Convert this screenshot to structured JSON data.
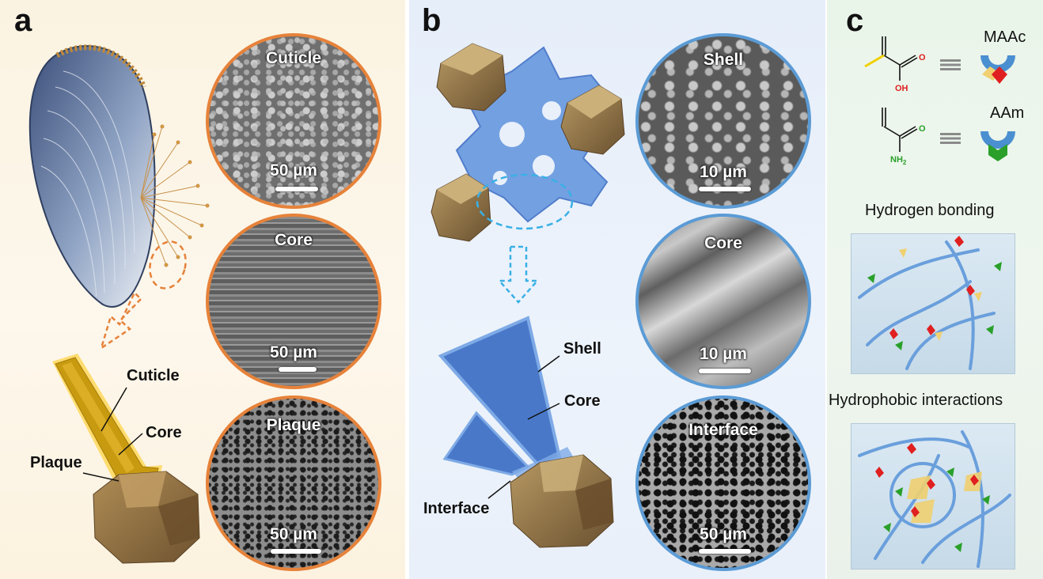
{
  "panels": {
    "a": {
      "letter": "a",
      "sem_images": [
        {
          "title": "Cuticle",
          "scale": "50 µm"
        },
        {
          "title": "Core",
          "scale": "50 µm"
        },
        {
          "title": "Plaque",
          "scale": "50 µm"
        }
      ],
      "labels": {
        "cuticle": "Cuticle",
        "core": "Core",
        "plaque": "Plaque"
      }
    },
    "b": {
      "letter": "b",
      "sem_images": [
        {
          "title": "Shell",
          "scale": "10 µm"
        },
        {
          "title": "Core",
          "scale": "10 µm"
        },
        {
          "title": "Interface",
          "scale": "50 µm"
        }
      ],
      "labels": {
        "shell": "Shell",
        "core": "Core",
        "interface": "Interface"
      }
    },
    "c": {
      "letter": "c",
      "monomers": [
        {
          "name": "MAAc",
          "atom_label": "OH",
          "atom_color": "#e02020"
        },
        {
          "name": "AAm",
          "atom_label": "NH",
          "atom_sub": "2",
          "atom_color": "#2aa02a"
        }
      ],
      "interactions": [
        "Hydrogen bonding",
        "Hydrophobic interactions"
      ]
    }
  },
  "colors": {
    "orange_accent": "#e6823a",
    "blue_accent": "#5b9bd5",
    "thread_gold": "#c89a10",
    "glow": "#ffd23c",
    "stone": "#8d6d3e",
    "hydrogel_blue": "#4a78c9",
    "arrow_blue": "#3ab0e6",
    "maac_red": "#e02020",
    "aam_green": "#2aa02a"
  }
}
